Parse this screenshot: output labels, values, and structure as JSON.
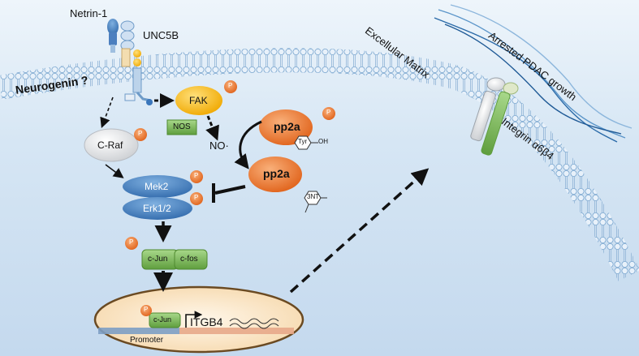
{
  "diagram": {
    "netrin_label": "Netrin-1",
    "receptor_label": "UNC5B",
    "neurogenin_label": "Neurogenin ?",
    "ecm_label": "Excellular Matrix",
    "arrested_label": "Arrested PDAC growth",
    "integrin_label": "Integrin α6β4",
    "fak_label": "FAK",
    "nos_label": "NOS",
    "no_label": "NO·",
    "pp2a_top_label": "pp2a",
    "pp2a_bottom_label": "pp2a",
    "tyr_label": "Tyr",
    "nt3_label": "3NT",
    "oh_label": "OH",
    "craf_label": "C-Raf",
    "mek_label": "Mek2",
    "erk_label": "Erk1/2",
    "cjun_label": "c-Jun",
    "cfos_label": "c-fos",
    "nucleus_cjun_label": "c-Jun",
    "gene_label": "ITGB4",
    "promoter_label": "Promoter",
    "phospho_label": "P"
  },
  "colors": {
    "background": "#d6e6f4",
    "membrane": "#9fc3e3",
    "fak_fill": "#f4b400",
    "phospho_fill": "#e46a18",
    "pp2a_fill": "#ef7a30",
    "green_box": "#7dbb5c",
    "mek_fill": "#3e78b8",
    "nucleus_fill": "#fdebd0"
  }
}
